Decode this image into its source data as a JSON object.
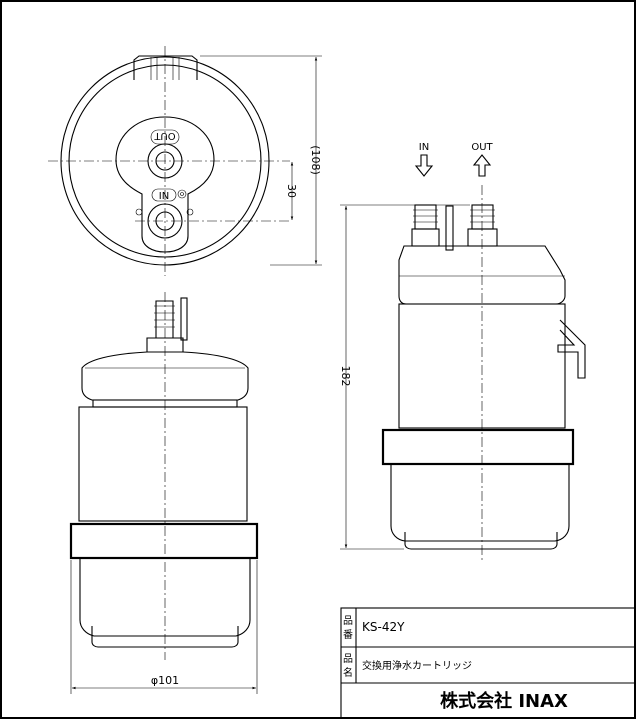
{
  "ports": {
    "in_label": "IN",
    "out_label": "OUT"
  },
  "top_view": {
    "out_mark": "OUT",
    "in_mark": "IN"
  },
  "dimensions": {
    "total_height": "182",
    "depth": "(108)",
    "port_pitch": "30",
    "diameter": "φ101"
  },
  "title_block": {
    "part_no_label": "品番",
    "part_no": "KS-42Y",
    "name_label": "品名",
    "name": "交換用浄水カートリッジ",
    "maker": "株式会社 INAX"
  }
}
